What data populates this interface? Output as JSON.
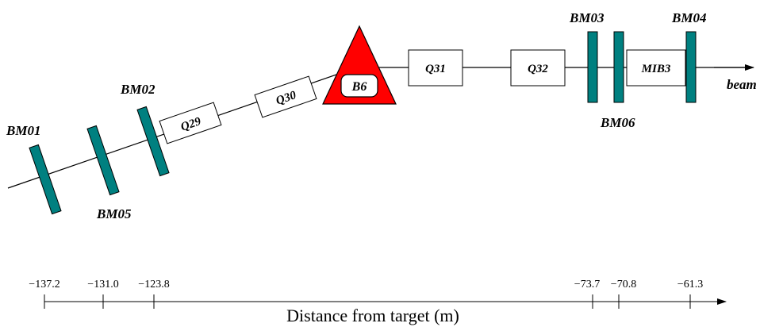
{
  "colors": {
    "monitor": "#008080",
    "bend": "#ff0000",
    "line": "#000000",
    "box_fill": "#ffffff"
  },
  "beamline": {
    "beam_label": "beam",
    "monitors": [
      {
        "id": "bm01",
        "label": "BM01"
      },
      {
        "id": "bm05",
        "label": "BM05"
      },
      {
        "id": "bm02",
        "label": "BM02"
      },
      {
        "id": "bm03",
        "label": "BM03"
      },
      {
        "id": "bm06",
        "label": "BM06"
      },
      {
        "id": "bm04",
        "label": "BM04"
      }
    ],
    "magnets": [
      {
        "id": "q29",
        "label": "Q29"
      },
      {
        "id": "q30",
        "label": "Q30"
      },
      {
        "id": "q31",
        "label": "Q31"
      },
      {
        "id": "q32",
        "label": "Q32"
      },
      {
        "id": "mib3",
        "label": "MIB3"
      }
    ],
    "bend": {
      "label": "B6"
    }
  },
  "axis": {
    "title": "Distance from target (m)",
    "ticks": [
      "−137.2",
      "−131.0",
      "−123.8",
      "−73.7",
      "−70.8",
      "−61.3"
    ]
  }
}
